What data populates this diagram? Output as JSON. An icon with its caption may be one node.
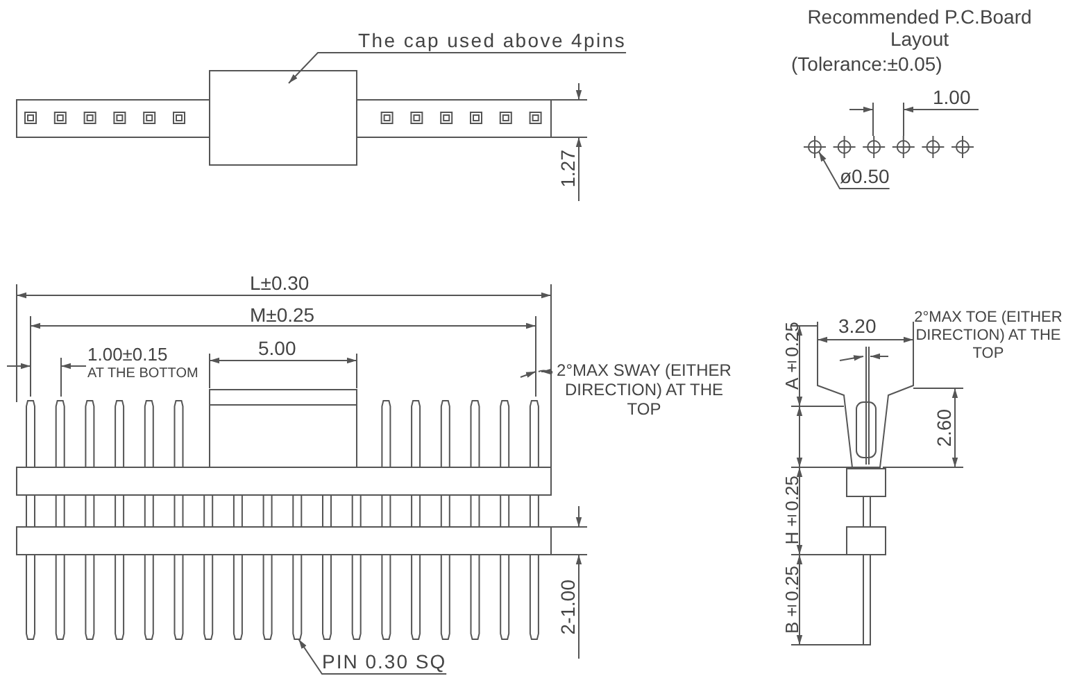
{
  "diagram": {
    "nodes": [
      {
        "text": [
          "The cap used above 4pins"
        ]
      },
      {
        "text": [],
        "shape": "box"
      },
      {
        "text": [
          "ø0.50"
        ]
      },
      {
        "text": [],
        "shape": "circle"
      },
      {
        "text": [
          "PIN 0.30 SQ"
        ]
      },
      {
        "text": [],
        "shape": "bar"
      },
      {
        "text": [
          "2°MAX SWAY (EITHER DIRECTION) AT THE TOP"
        ]
      }
    ],
    "edges": [
      {
        "from": 0,
        "to": 1,
        "arrow": "to"
      },
      {
        "from": 2,
        "to": 3,
        "arrow": "to"
      },
      {
        "from": 4,
        "to": 5,
        "arrow": "to"
      },
      {
        "from": 6,
        "to": null,
        "arrow": "none"
      }
    ],
    "labels": [
      "Recommended P.C.Board Layout",
      "(Tolerance:±0.05)",
      "1.00",
      "1.27",
      "L±0.30",
      "M±0.25",
      "1.00±0.15",
      "AT THE BOTTOM",
      "5.00",
      "2-1.00",
      "3.20",
      "2°MAX TOE (EITHER DIRECTION) AT THE TOP",
      "A±0.25",
      "2.60",
      "H±0.25",
      "B±0.25"
    ]
  }
}
